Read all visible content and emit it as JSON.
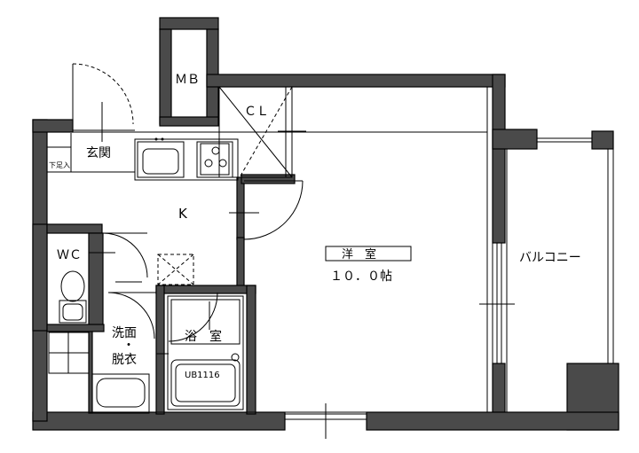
{
  "rooms": {
    "mb": "ＭＢ",
    "cl": "ＣＬ",
    "genkan": "玄関",
    "geta": "下足入",
    "k": "K",
    "wc": "ＷＣ",
    "senmen_1": "洗面",
    "senmen_dot": "・",
    "senmen_2": "脱衣",
    "yoku": "浴　室",
    "yoshitsu": "洋　室",
    "area": "１０．０帖",
    "balcony": "バルコニー",
    "unit_bath": "UB1116"
  },
  "colors": {
    "wall": "#4a4a4a",
    "line": "#000000",
    "background": "#ffffff"
  }
}
